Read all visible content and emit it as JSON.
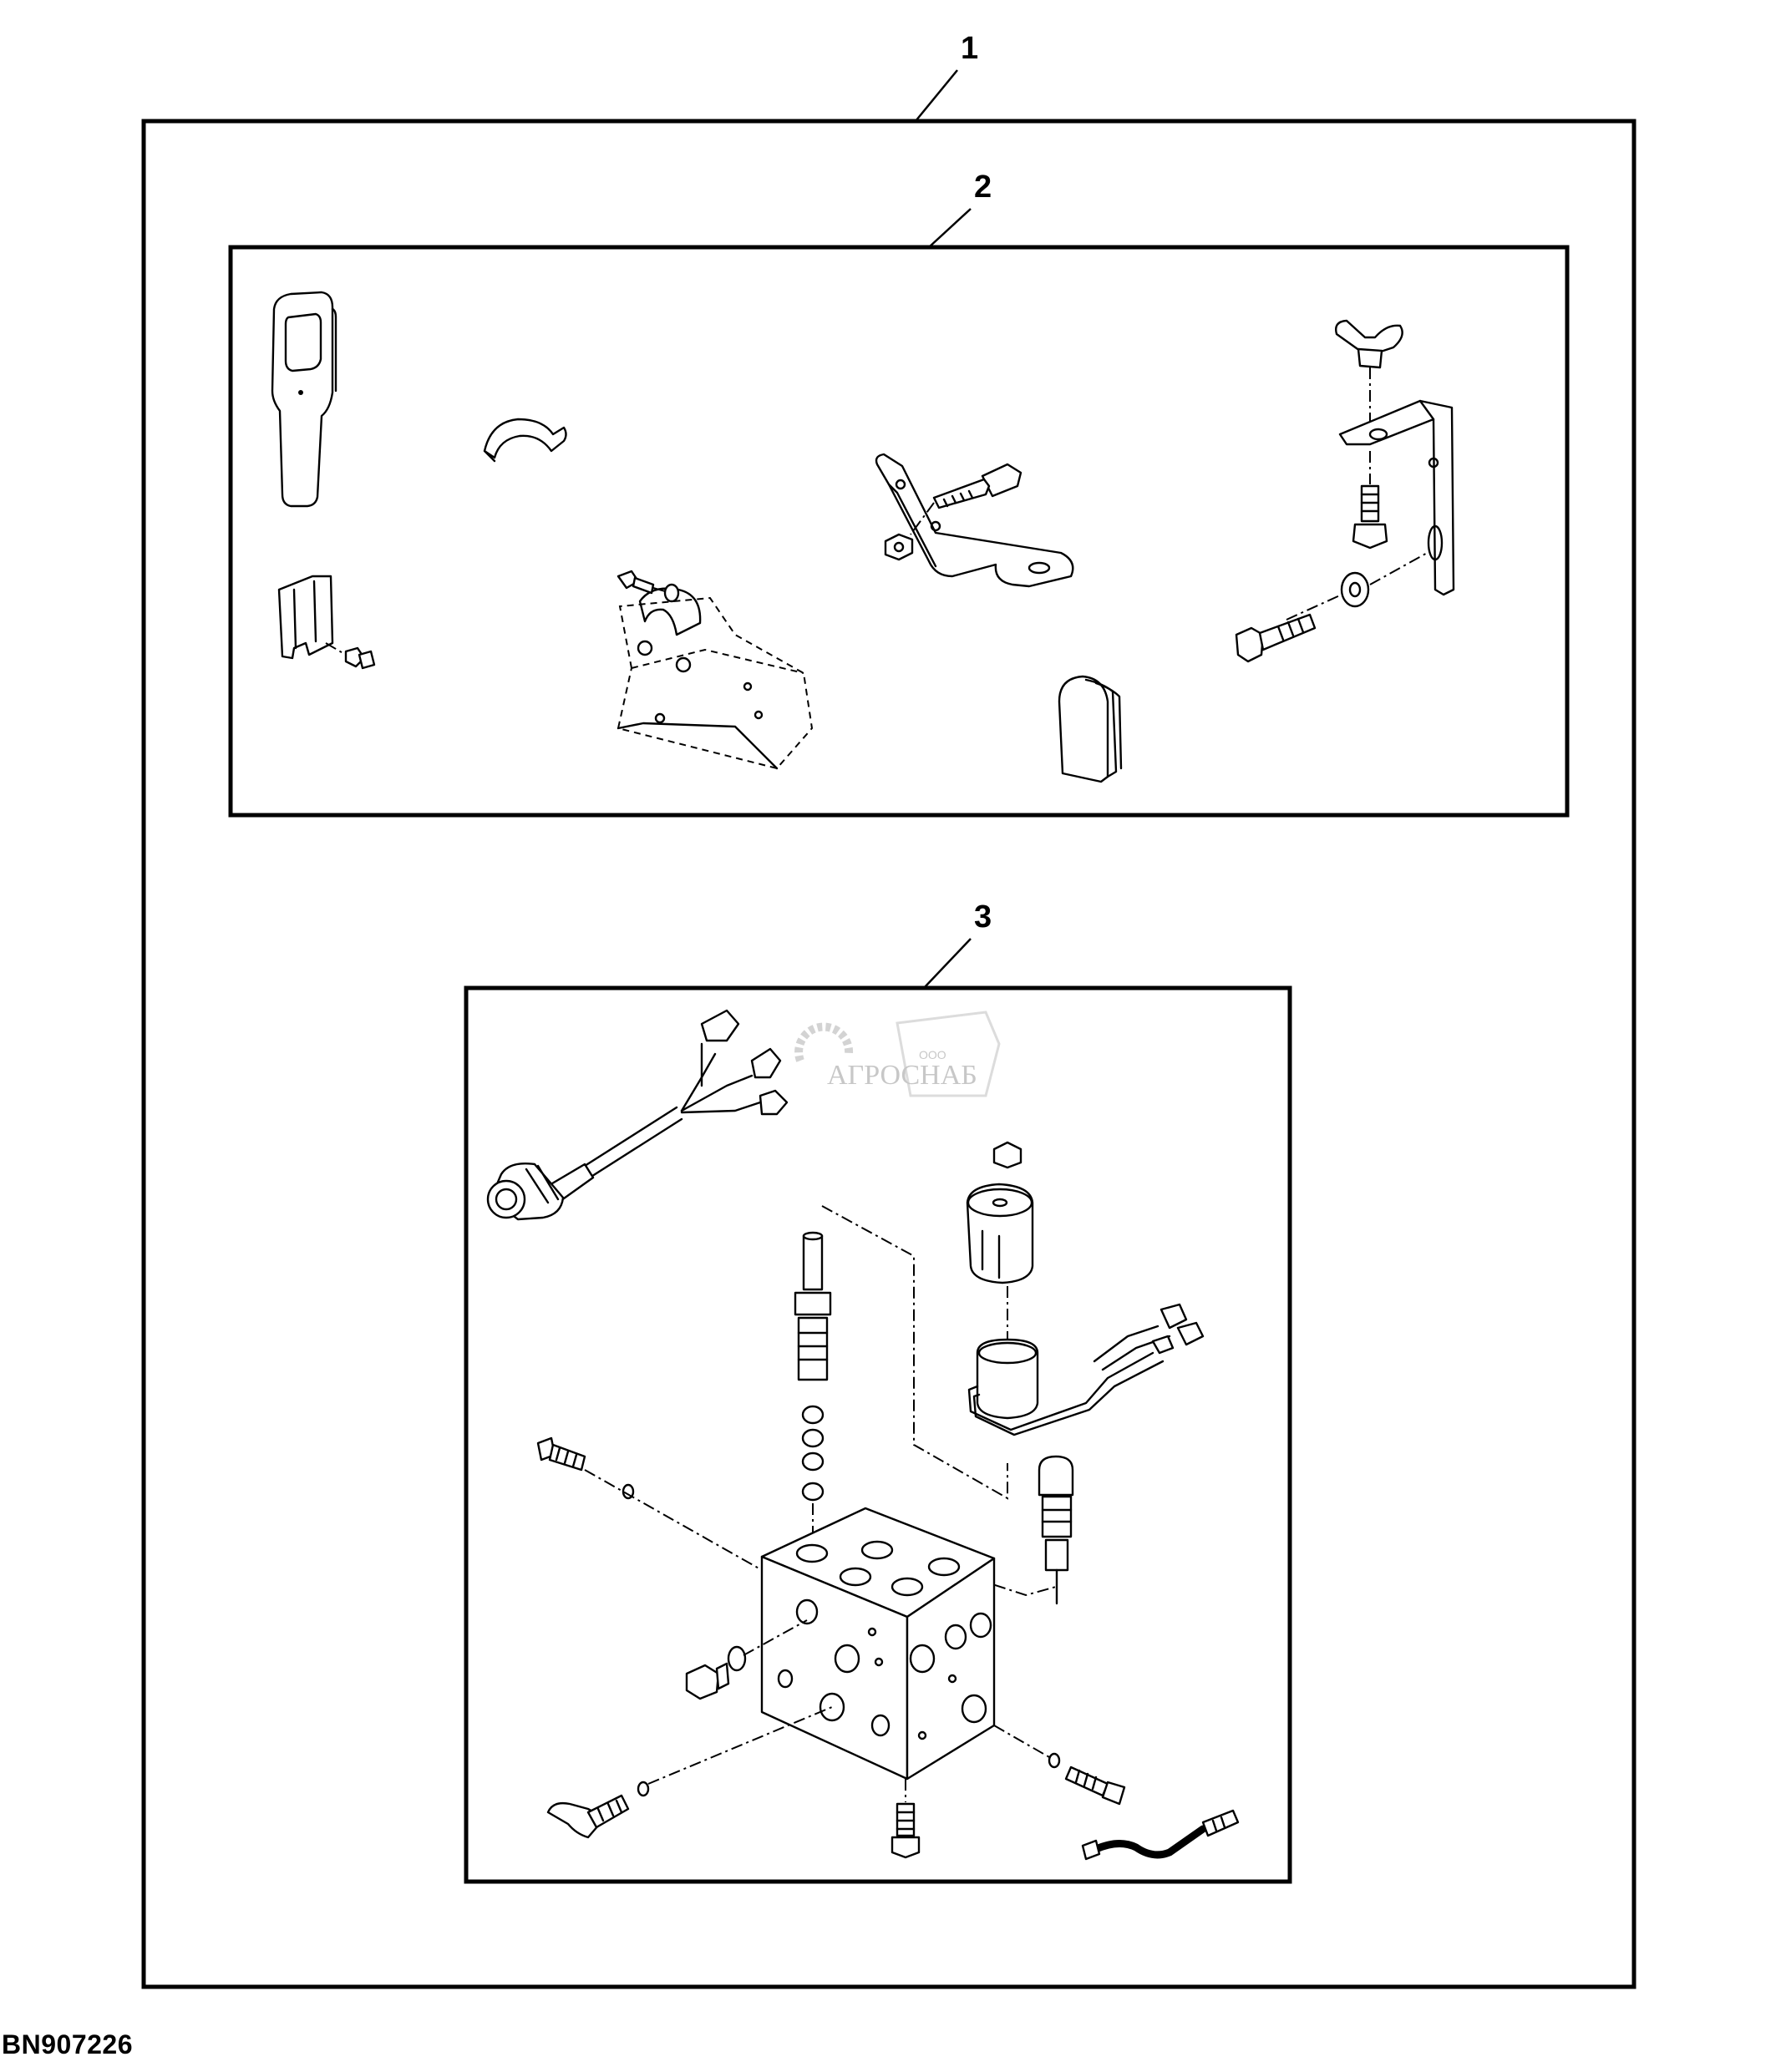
{
  "figure_id": "BN907226",
  "callouts": {
    "c1": "1",
    "c2": "2",
    "c3": "3"
  },
  "watermark": {
    "brand": "АГРОСНАБ",
    "prefix": "ООО"
  }
}
